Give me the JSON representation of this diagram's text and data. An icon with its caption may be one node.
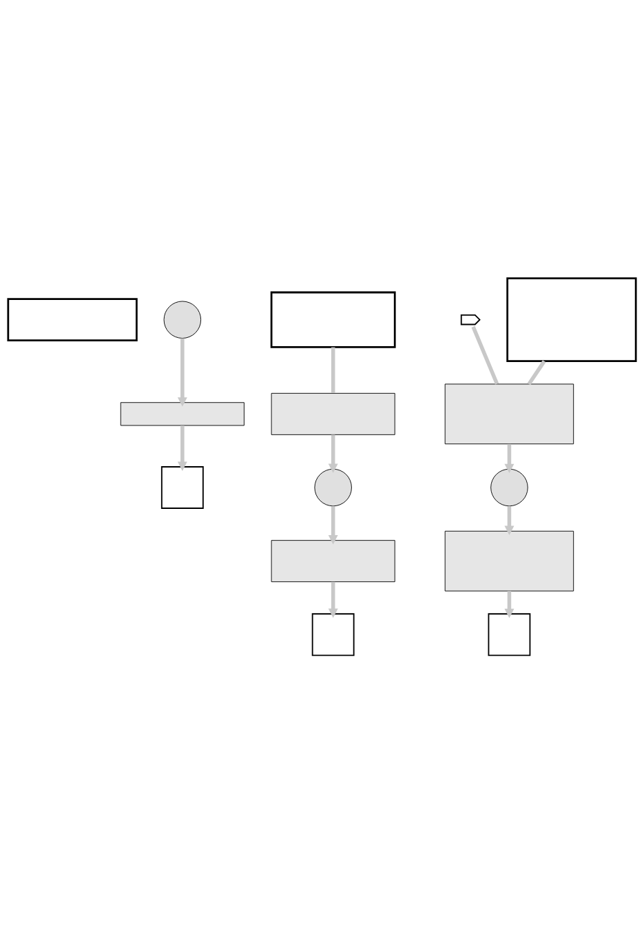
{
  "diagram": {
    "nodes": [
      {
        "text": [],
        "shape": "box"
      },
      {
        "text": [],
        "shape": "circle"
      },
      {
        "text": [],
        "shape": "box"
      },
      {
        "text": [],
        "shape": "box"
      },
      {
        "text": [],
        "shape": "box"
      },
      {
        "text": [],
        "shape": "box"
      },
      {
        "text": [],
        "shape": "circle"
      },
      {
        "text": [],
        "shape": "box"
      },
      {
        "text": [],
        "shape": "box"
      },
      {
        "text": [],
        "shape": "hand"
      },
      {
        "text": [],
        "shape": "box"
      },
      {
        "text": [],
        "shape": "box"
      },
      {
        "text": [],
        "shape": "circle"
      },
      {
        "text": [],
        "shape": "box"
      },
      {
        "text": [],
        "shape": "box"
      }
    ],
    "edges": [
      {
        "from": 1,
        "to": 2,
        "arrow": "to"
      },
      {
        "from": 2,
        "to": 3,
        "arrow": "to"
      },
      {
        "from": 4,
        "to": 5,
        "arrow": "none"
      },
      {
        "from": 5,
        "to": 6,
        "arrow": "to"
      },
      {
        "from": 6,
        "to": 7,
        "arrow": "to"
      },
      {
        "from": 7,
        "to": 8,
        "arrow": "to"
      },
      {
        "from": 9,
        "to": 11,
        "arrow": "none"
      },
      {
        "from": 10,
        "to": 11,
        "arrow": "none"
      },
      {
        "from": 11,
        "to": 12,
        "arrow": "to"
      },
      {
        "from": 12,
        "to": 13,
        "arrow": "to"
      },
      {
        "from": 13,
        "to": 14,
        "arrow": "to"
      }
    ]
  }
}
